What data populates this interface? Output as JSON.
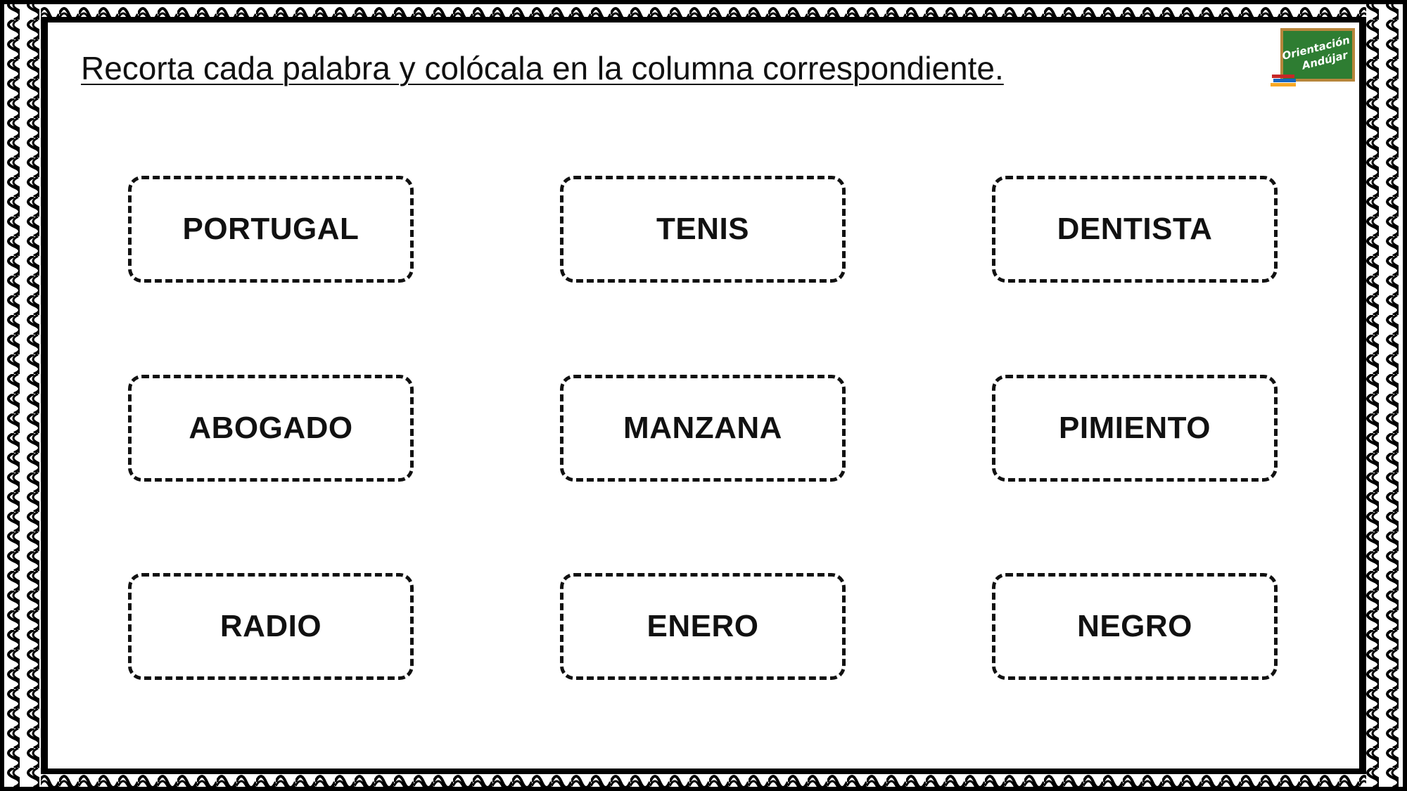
{
  "instruction": "Recorta cada palabra y colócala en la columna correspondiente.",
  "logo": {
    "line1": "Orientación",
    "line2": "Andújar",
    "board_color": "#2e7d32",
    "frame_color": "#b8863b"
  },
  "words": [
    "PORTUGAL",
    "TENIS",
    "DENTISTA",
    "ABOGADO",
    "MANZANA",
    "PIMIENTO",
    "RADIO",
    "ENERO",
    "NEGRO"
  ],
  "colors": {
    "text": "#111111",
    "border": "#000000",
    "background": "#ffffff"
  }
}
